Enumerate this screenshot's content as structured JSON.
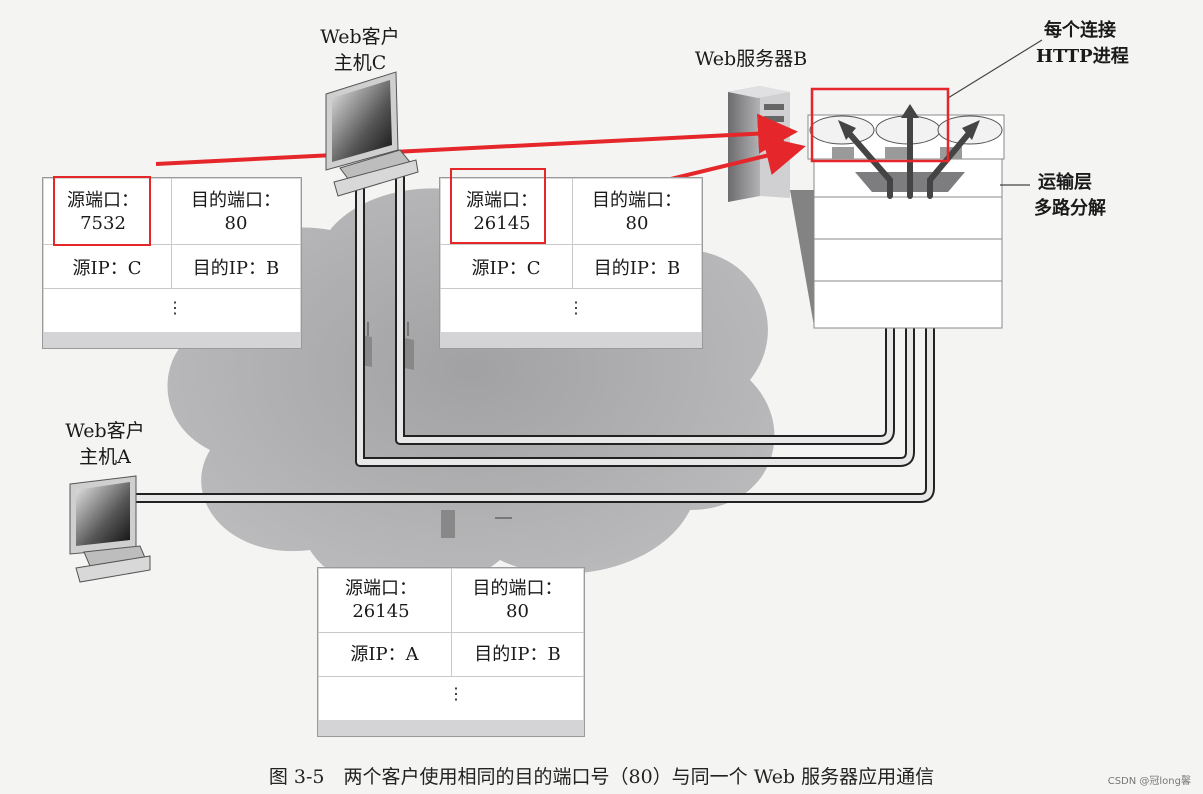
{
  "hosts": {
    "client_c": {
      "line1": "Web客户",
      "line2": "主机C"
    },
    "client_a": {
      "line1": "Web客户",
      "line2": "主机A"
    },
    "server_b": {
      "label": "Web服务器B"
    }
  },
  "annotations": {
    "per_connection": {
      "line1": "每个连接",
      "line2": "HTTP进程"
    },
    "demux": {
      "line1": "运输层",
      "line2": "多路分解"
    }
  },
  "segments": [
    {
      "src_port_label": "源端口：",
      "src_port": "7532",
      "dst_port_label": "目的端口：",
      "dst_port": "80",
      "src_ip": "源IP：C",
      "dst_ip": "目的IP：B"
    },
    {
      "src_port_label": "源端口：",
      "src_port": "26145",
      "dst_port_label": "目的端口：",
      "dst_port": "80",
      "src_ip": "源IP：C",
      "dst_ip": "目的IP：B"
    },
    {
      "src_port_label": "源端口：",
      "src_port": "26145",
      "dst_port_label": "目的端口：",
      "dst_port": "80",
      "src_ip": "源IP：A",
      "dst_ip": "目的IP：B"
    }
  ],
  "ellipsis": "⋮",
  "caption": "图 3-5　两个客户使用相同的目的端口号（80）与同一个 Web 服务器应用通信",
  "watermark": "CSDN @冠long馨",
  "colors": {
    "highlight": "#e5262a",
    "cloud": "#a9a9ab",
    "server": "#8e8e90"
  }
}
